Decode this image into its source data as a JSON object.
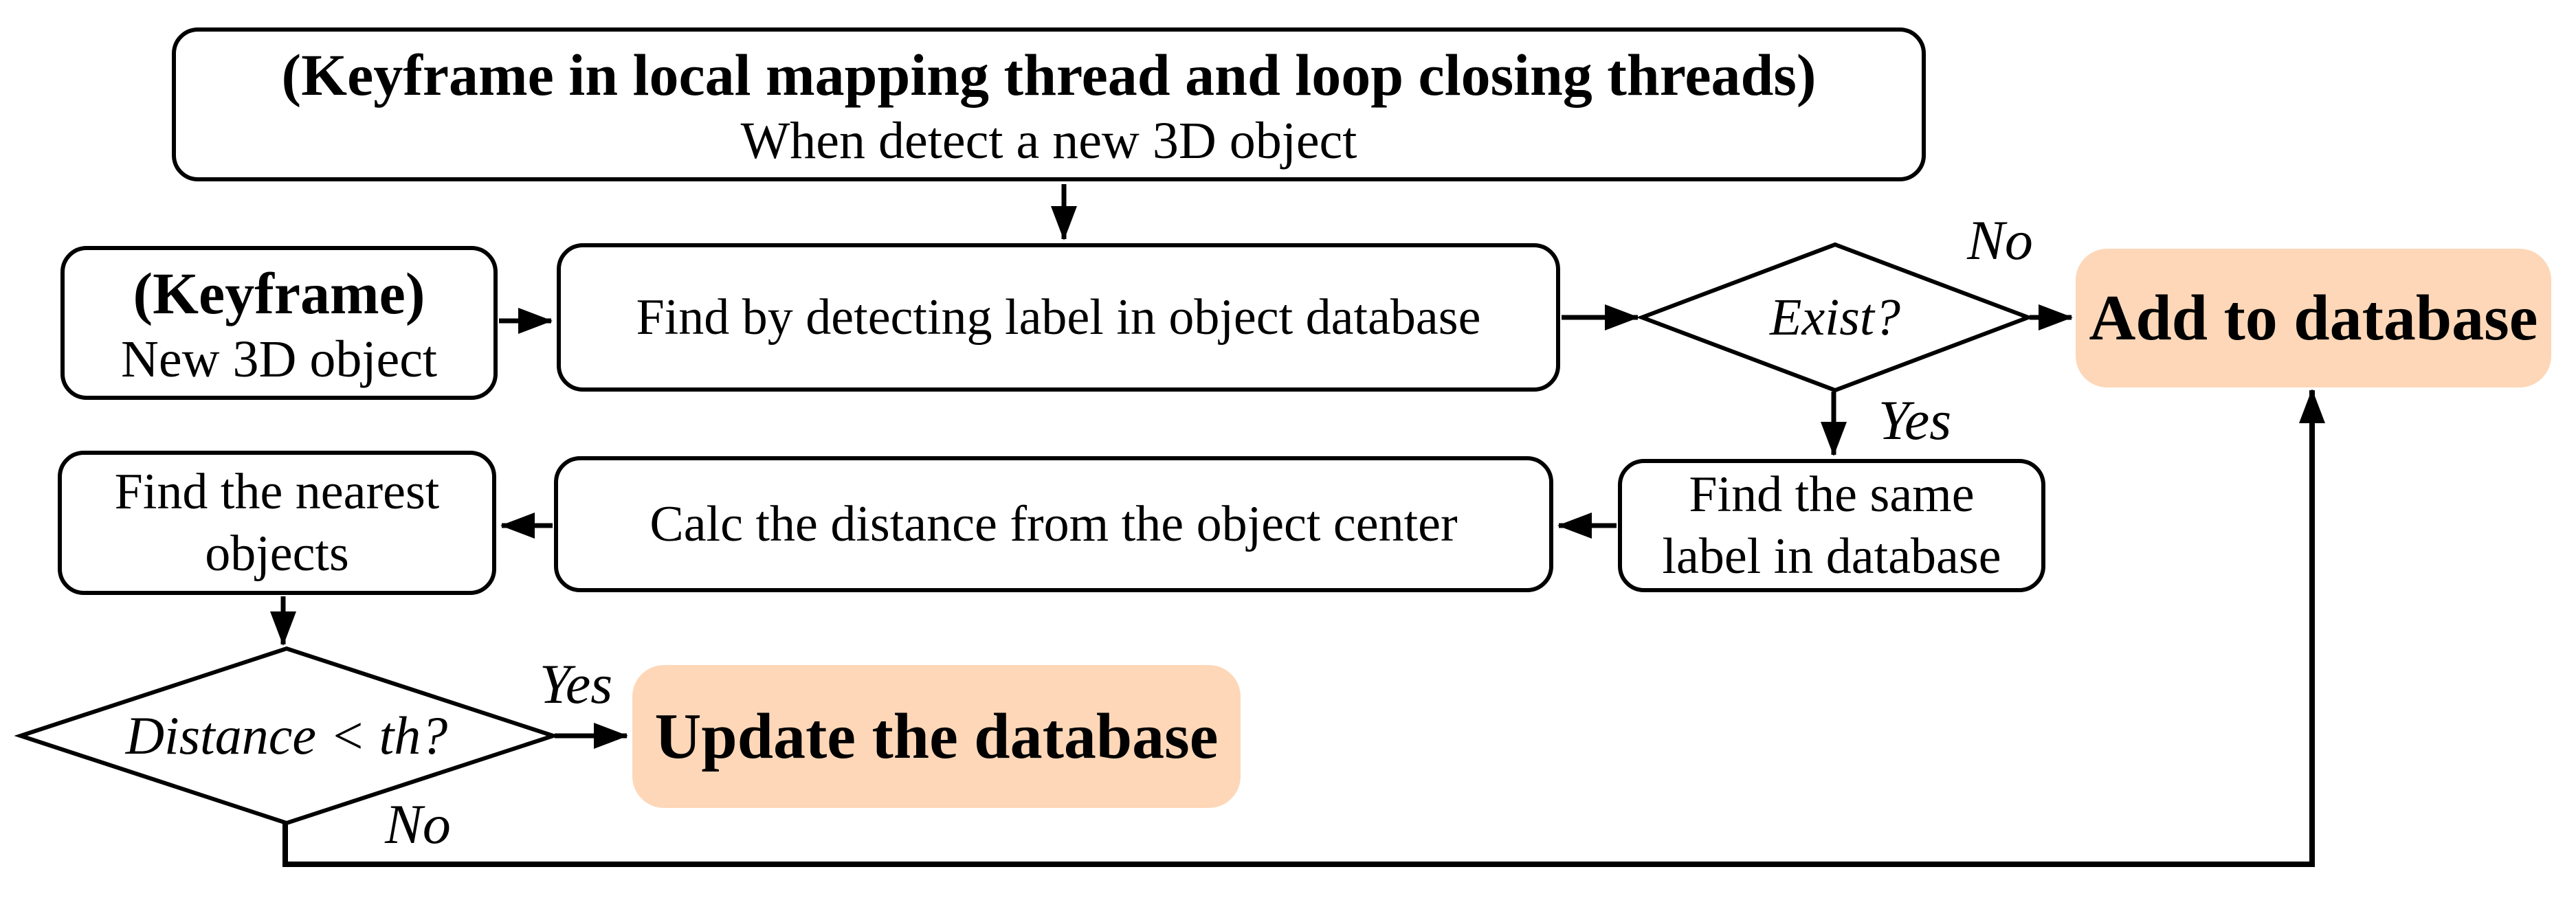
{
  "diagram": {
    "nodes": {
      "start": {
        "title": "(Keyframe in local mapping thread and loop closing threads)",
        "subtitle": "When detect a new 3D object"
      },
      "keyframe": {
        "title": "(Keyframe)",
        "subtitle": "New 3D object"
      },
      "find_label": {
        "text": "Find by detecting label in object database"
      },
      "exist_decision": {
        "text": "Exist?"
      },
      "add_database": {
        "text": "Add to database"
      },
      "find_same": {
        "text": "Find the same label in database"
      },
      "calc_distance": {
        "text": "Calc the distance from the object center"
      },
      "find_nearest": {
        "text": "Find the nearest objects"
      },
      "distance_decision": {
        "text": "Distance < th?"
      },
      "update_database": {
        "text": "Update the database"
      }
    },
    "edge_labels": {
      "exist_no": "No",
      "exist_yes": "Yes",
      "distance_yes": "Yes",
      "distance_no": "No"
    },
    "colors": {
      "highlight": "#FDD7B8",
      "line": "#000000",
      "background": "#FFFFFF"
    }
  }
}
